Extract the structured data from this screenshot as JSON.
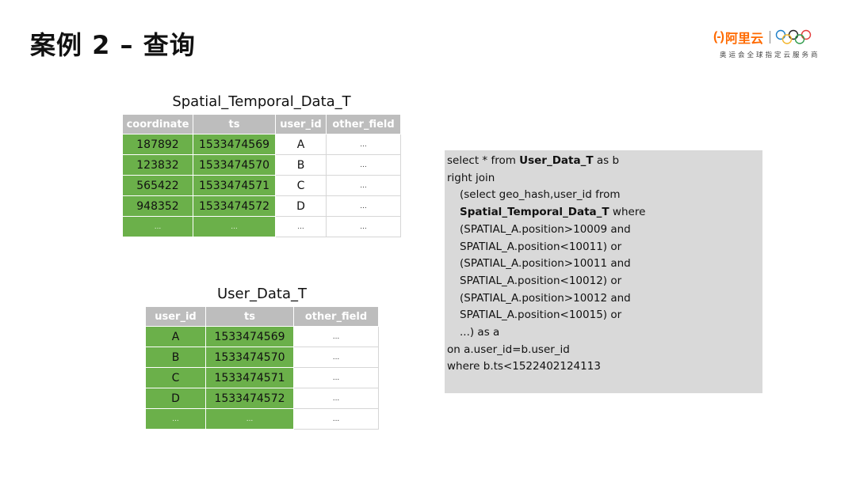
{
  "slide": {
    "title": "案例 2 – 查询"
  },
  "logo": {
    "mark": "(-)",
    "text": "阿里云",
    "subtitle": "奥运会全球指定云服务商",
    "colors": {
      "brand": "#ff6a00",
      "ring_blue": "#1e7fc8",
      "ring_black": "#222222",
      "ring_red": "#e33b3b",
      "ring_yellow": "#f3b52a",
      "ring_green": "#2e9b4a"
    }
  },
  "spatial_table": {
    "caption": "Spatial_Temporal_Data_T",
    "headers": [
      "coordinate",
      "ts",
      "user_id",
      "other_field"
    ],
    "rows": [
      [
        "187892",
        "1533474569",
        "A",
        "..."
      ],
      [
        "123832",
        "1533474570",
        "B",
        "..."
      ],
      [
        "565422",
        "1533474571",
        "C",
        "..."
      ],
      [
        "948352",
        "1533474572",
        "D",
        "..."
      ],
      [
        "...",
        "...",
        "...",
        "..."
      ]
    ]
  },
  "user_table": {
    "caption": "User_Data_T",
    "headers": [
      "user_id",
      "ts",
      "other_field"
    ],
    "rows": [
      [
        "A",
        "1533474569",
        "..."
      ],
      [
        "B",
        "1533474570",
        "..."
      ],
      [
        "C",
        "1533474571",
        "..."
      ],
      [
        "D",
        "1533474572",
        "..."
      ],
      [
        "...",
        "...",
        "..."
      ]
    ]
  },
  "sql": {
    "l1_a": "select * from ",
    "l1_b": "User_Data_T",
    "l1_c": " as b",
    "l2": "right join",
    "l3": "(select geo_hash,user_id from",
    "l4_a": "Spatial_Temporal_Data_T",
    "l4_b": " where",
    "l5": "(SPATIAL_A.position>10009 and",
    "l6": "SPATIAL_A.position<10011) or",
    "l7": "(SPATIAL_A.position>10011 and",
    "l8": "SPATIAL_A.position<10012) or",
    "l9": "(SPATIAL_A.position>10012 and",
    "l10": "SPATIAL_A.position<10015) or",
    "l11": "...) as a",
    "l12": "on a.user_id=b.user_id",
    "l13": "where b.ts<1522402124113"
  },
  "colors": {
    "key_cell_green": "#6bb04a",
    "header_gray": "#bdbdbd",
    "sql_box_gray": "#d9d9d9"
  }
}
